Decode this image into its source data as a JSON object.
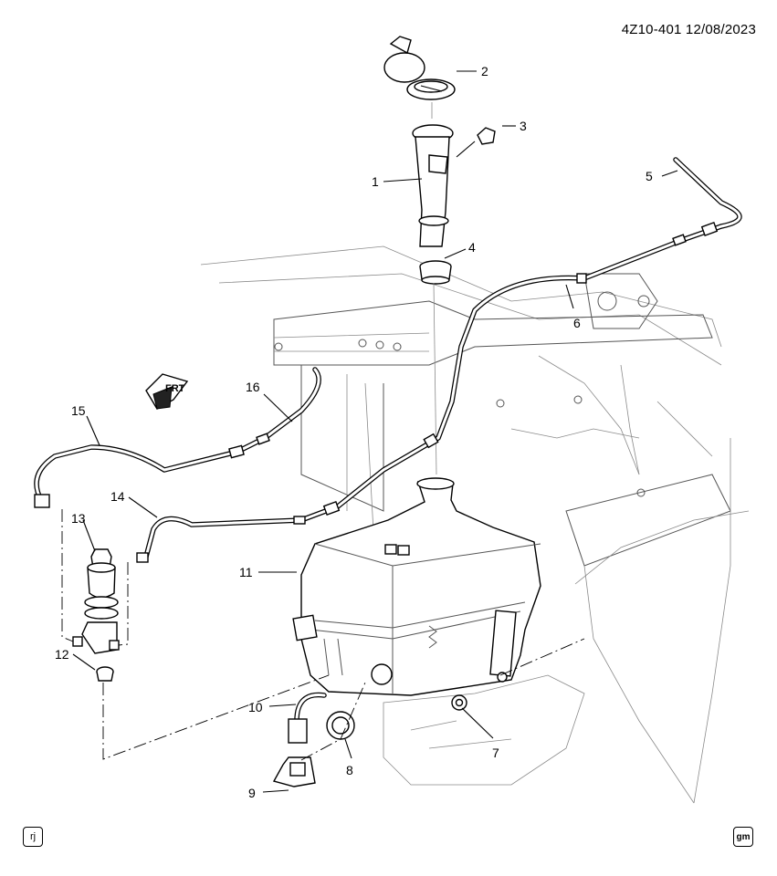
{
  "header": {
    "doc_id": "4Z10-401  12/08/2023"
  },
  "orientation": {
    "label": "FRT"
  },
  "callouts": [
    {
      "id": "1",
      "label": "1"
    },
    {
      "id": "2",
      "label": "2"
    },
    {
      "id": "3",
      "label": "3"
    },
    {
      "id": "4",
      "label": "4"
    },
    {
      "id": "5",
      "label": "5"
    },
    {
      "id": "6",
      "label": "6"
    },
    {
      "id": "7",
      "label": "7"
    },
    {
      "id": "8",
      "label": "8"
    },
    {
      "id": "9",
      "label": "9"
    },
    {
      "id": "10",
      "label": "10"
    },
    {
      "id": "11",
      "label": "11"
    },
    {
      "id": "12",
      "label": "12"
    },
    {
      "id": "13",
      "label": "13"
    },
    {
      "id": "14",
      "label": "14"
    },
    {
      "id": "15",
      "label": "15"
    },
    {
      "id": "16",
      "label": "16"
    }
  ],
  "footer": {
    "left_badge": "rj",
    "right_badge": "gm"
  }
}
